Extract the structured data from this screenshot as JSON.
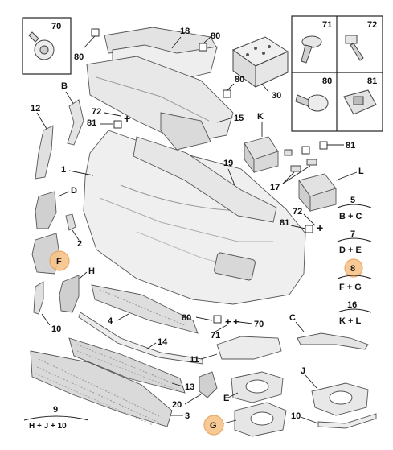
{
  "callouts": {
    "n18": "18",
    "n80a": "80",
    "n80b": "80",
    "n80c": "80",
    "n80d": "80",
    "n30": "30",
    "nB": "B",
    "n12": "12",
    "n72": "72",
    "n81a": "81",
    "n15": "15",
    "nK": "K",
    "n81b": "81",
    "n1": "1",
    "n19": "19",
    "n17": "17",
    "nL": "L",
    "nD": "D",
    "n2": "2",
    "nF": "F",
    "nH": "H",
    "n10a": "10",
    "n4": "4",
    "n81c": "81",
    "n72b": "72",
    "n14": "14",
    "n71": "71",
    "n70": "70",
    "nC": "C",
    "n11": "11",
    "n13": "13",
    "n20": "20",
    "nE": "E",
    "n3": "3",
    "nG": "G",
    "nJ": "J",
    "n10b": "10",
    "n9": "9",
    "n9f": "H + J + 10"
  },
  "boxes": {
    "box70": "70",
    "box71": "71",
    "box72": "72",
    "box80": "80",
    "box81": "81"
  },
  "legend": [
    {
      "num": "5",
      "formula": "B + C"
    },
    {
      "num": "7",
      "formula": "D + E"
    },
    {
      "num": "8",
      "formula": "F + G"
    },
    {
      "num": "16",
      "formula": "K + L"
    }
  ],
  "colors": {
    "highlight": "#f6c48a",
    "line": "#222222",
    "part_fill": "#f2f2f2",
    "part_shade": "#d9d9d9"
  }
}
